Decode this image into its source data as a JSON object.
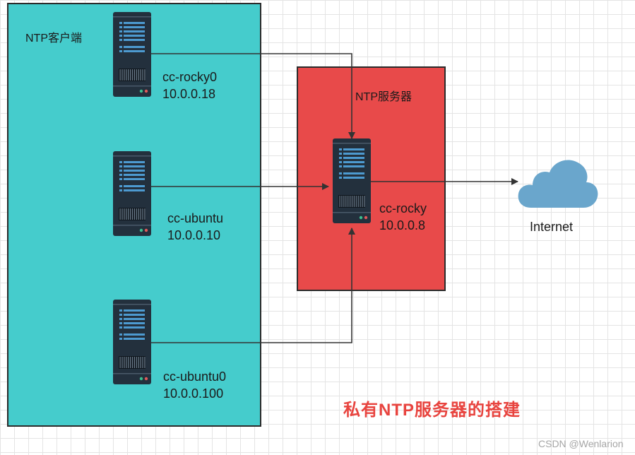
{
  "clients": {
    "label": "NTP客户端",
    "nodes": [
      {
        "name": "cc-rocky0",
        "ip": "10.0.0.18"
      },
      {
        "name": "cc-ubuntu",
        "ip": "10.0.0.10"
      },
      {
        "name": "cc-ubuntu0",
        "ip": "10.0.0.100"
      }
    ]
  },
  "server": {
    "label": "NTP服务器",
    "name": "cc-rocky",
    "ip": "10.0.0.8"
  },
  "internet": {
    "label": "Internet",
    "icon": "cloud-icon"
  },
  "caption": "私有NTP服务器的搭建",
  "watermark": "CSDN @Wenlarion",
  "colors": {
    "client_zone": "#45cccc",
    "server_zone": "#e84a4a",
    "caption": "#e8443f",
    "cloud": "#6aa6cc",
    "server_body": "#23303d"
  }
}
